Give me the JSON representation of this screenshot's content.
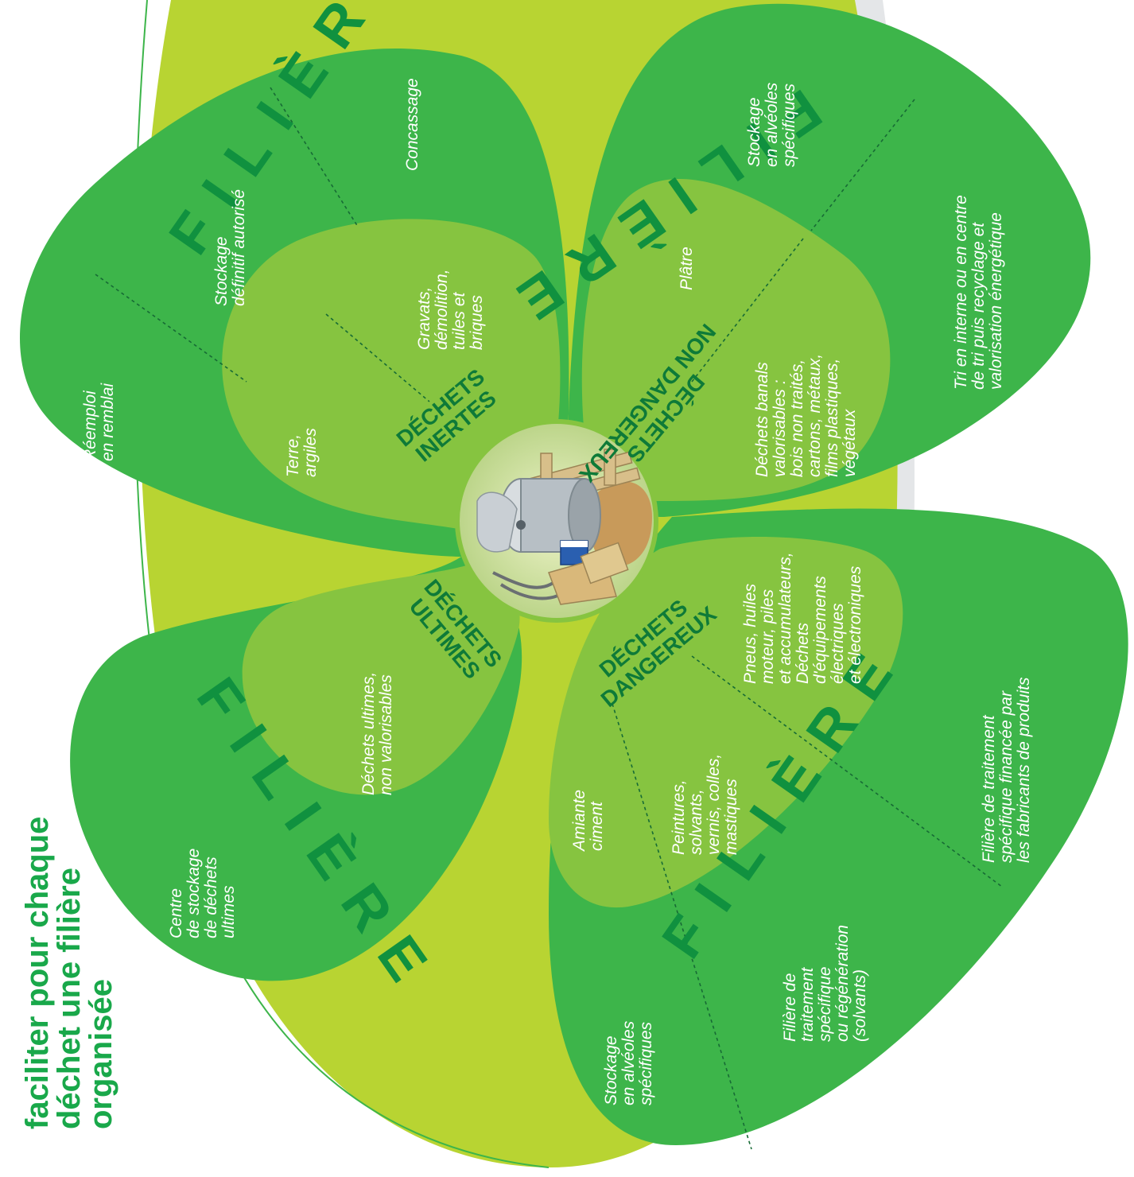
{
  "side_title": [
    "faciliter pour chaque",
    "déchet une filière",
    "organisée"
  ],
  "filiere_word": "FILIÈRE",
  "center": {
    "image": "waste-materials-illustration"
  },
  "categories": {
    "inertes": [
      "DÉCHETS",
      "INERTES"
    ],
    "non_dangereux": [
      "DÉCHETS",
      "NON DANGEREUX"
    ],
    "dangereux": [
      "DÉCHETS",
      "DANGEREUX"
    ],
    "ultimes": [
      "DÉCHETS",
      "ULTIMES"
    ]
  },
  "inertes": {
    "waste": [
      [
        "Terre,",
        "argiles"
      ],
      [
        "Gravats,",
        "démolition,",
        "tuiles et",
        "briques"
      ]
    ],
    "treatment": [
      [
        "Réemploi",
        "en remblai"
      ],
      [
        "Stockage",
        "définitif autorisé"
      ],
      [
        "Concassage"
      ]
    ]
  },
  "non_dangereux": {
    "waste": [
      [
        "Plâtre"
      ],
      [
        "Déchets banals",
        "valorisables :",
        "bois non traités,",
        "cartons, métaux,",
        "films plastiques,",
        "végétaux"
      ]
    ],
    "treatment": [
      [
        "Stockage",
        "en alvéoles",
        "spécifiques"
      ],
      [
        "Tri en interne ou en centre",
        "de tri puis recyclage et",
        "valorisation énergétique"
      ]
    ]
  },
  "dangereux": {
    "waste": [
      [
        "Amiante",
        "ciment"
      ],
      [
        "Peintures,",
        "solvants,",
        "vernis, colles,",
        "mastiques"
      ],
      [
        "Pneus, huiles",
        "moteur, piles",
        "et accumulateurs,",
        "Déchets",
        "d'équipements",
        "électriques",
        "et électroniques"
      ]
    ],
    "treatment": [
      [
        "Stockage",
        "en alvéoles",
        "spécifiques"
      ],
      [
        "Filière de",
        "traitement",
        "spécifique",
        "ou régénération",
        "(solvants)"
      ],
      [
        "Filière de traitement",
        "spécifique financée par",
        "les fabricants de produits"
      ]
    ]
  },
  "ultimes": {
    "waste": [
      [
        "Déchets ultimes,",
        "non valorisables"
      ]
    ],
    "treatment": [
      [
        "Centre",
        "de stockage",
        "de déchets",
        "ultimes"
      ]
    ]
  },
  "colors": {
    "lime_background": "#b8d432",
    "petal_outer": "#3db54a",
    "petal_inner": "#86c440",
    "text_dark_green": "#0e7a38",
    "side_title": "#19a84a",
    "grey_band": "#e4e6e8"
  }
}
